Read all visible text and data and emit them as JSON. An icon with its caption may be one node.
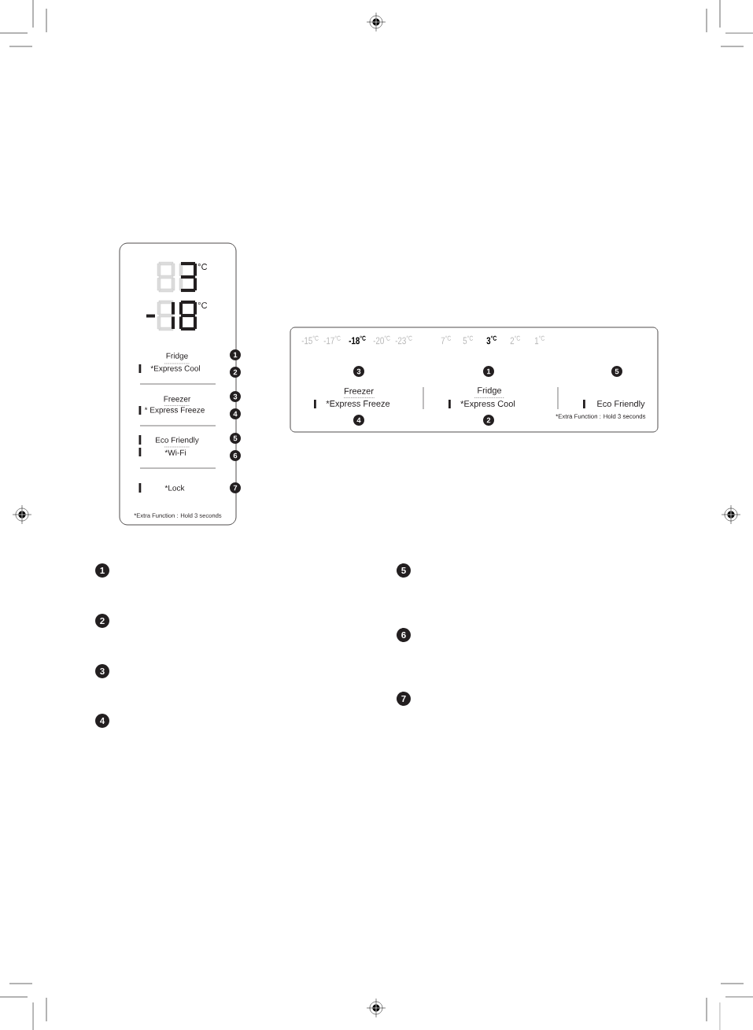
{
  "diagram": {
    "nodes": [
      {
        "text": [
          "°C",
          "°C",
          "Fridge",
          "*Express Cool",
          "Freezer",
          "* Express Freeze",
          "Eco Friendly",
          "*Wi-Fi",
          "*Lock",
          "*Extra Function : Hold 3 seconds"
        ]
      },
      {
        "text": [
          "-15$^{°C}$",
          "-17$^{°C}$",
          "-18$^{°C}$",
          "-20$^{°C}$",
          "-23$^{°C}$",
          "7$^{°C}$",
          "5$^{°C}$",
          "3$^{°C}$",
          "2$^{°C}$",
          "1$^{°C}$",
          "Freezer",
          "*Express Freeze",
          "Fridge",
          "*Express Cool",
          "Eco Friendly",
          "*Extra Function : Hold 3 seconds"
        ]
      }
    ],
    "labels": [
      "1",
      "2",
      "3",
      "4",
      "5",
      "6",
      "7",
      "3",
      "1",
      "5",
      "4",
      "2",
      "1",
      "2",
      "3",
      "4",
      "5",
      "6",
      "7"
    ]
  }
}
